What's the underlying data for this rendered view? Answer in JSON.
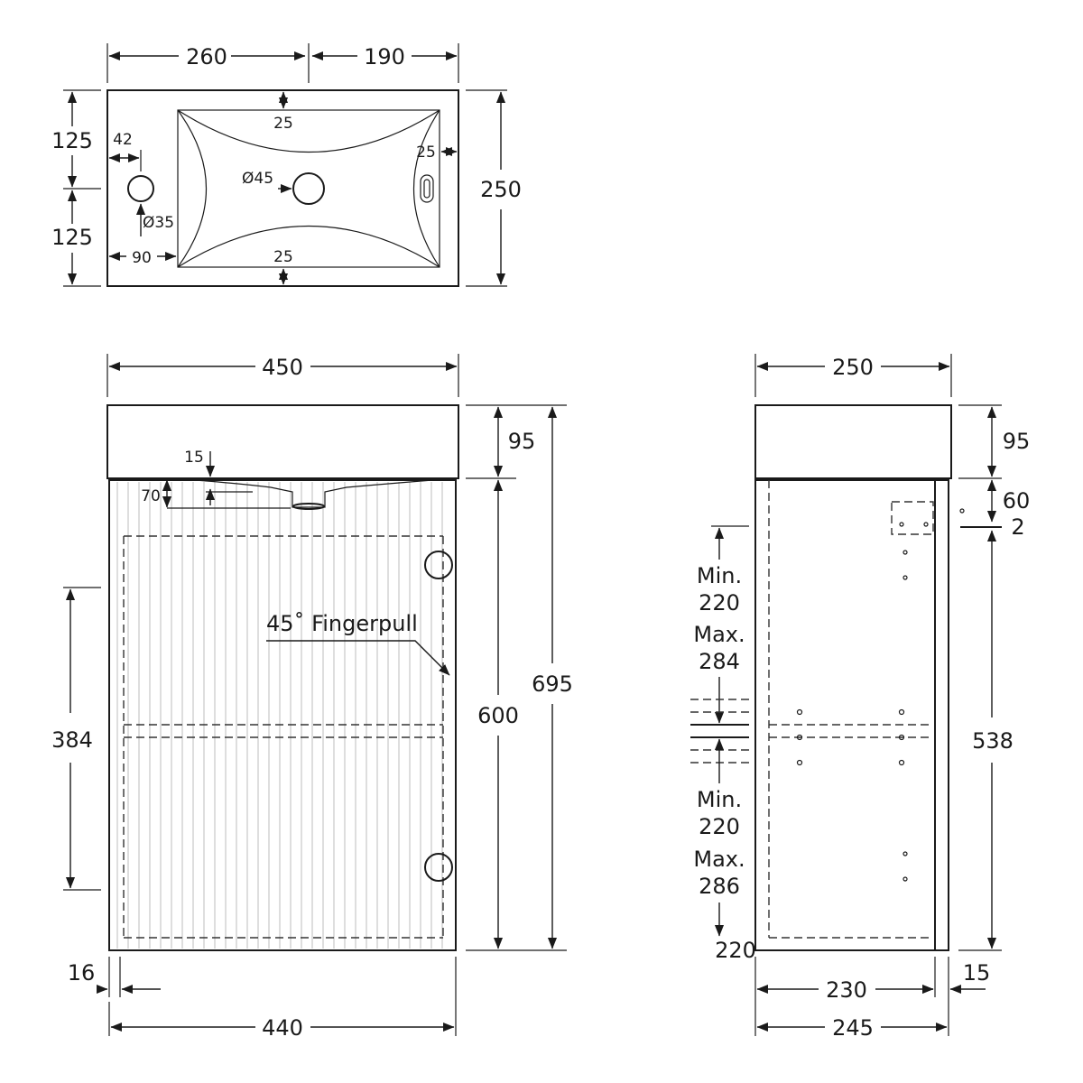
{
  "top_view": {
    "width_left": "260",
    "width_right": "190",
    "depth_total": "250",
    "depth_upper": "125",
    "depth_lower": "125",
    "tap_offset": "42",
    "tap_hole": "Ø35",
    "basin_offset": "90",
    "rim_top": "25",
    "rim_bottom": "25",
    "rim_right": "25",
    "waste_hole": "Ø45"
  },
  "front_view": {
    "overall_width": "450",
    "basin_height": "95",
    "overall_height": "695",
    "cabinet_height": "600",
    "waste_offset": "15",
    "waste_depth": "70",
    "fingerpull_label": "45˚ Fingerpull",
    "hinge_spacing": "384",
    "door_inset": "16",
    "cabinet_width": "440"
  },
  "side_view": {
    "overall_depth": "250",
    "basin_height": "95",
    "top_gap": "60",
    "gap": "2",
    "cabinet_height": "538",
    "upper_min_label": "Min.",
    "upper_min_value": "220",
    "upper_max_label": "Max.",
    "upper_max_value": "284",
    "lower_min_label": "Min.",
    "lower_min_value": "220",
    "lower_max_label": "Max.",
    "lower_max_value": "286",
    "bottom_value": "220",
    "cabinet_depth": "230",
    "door_thickness": "15",
    "total_depth": "245"
  }
}
